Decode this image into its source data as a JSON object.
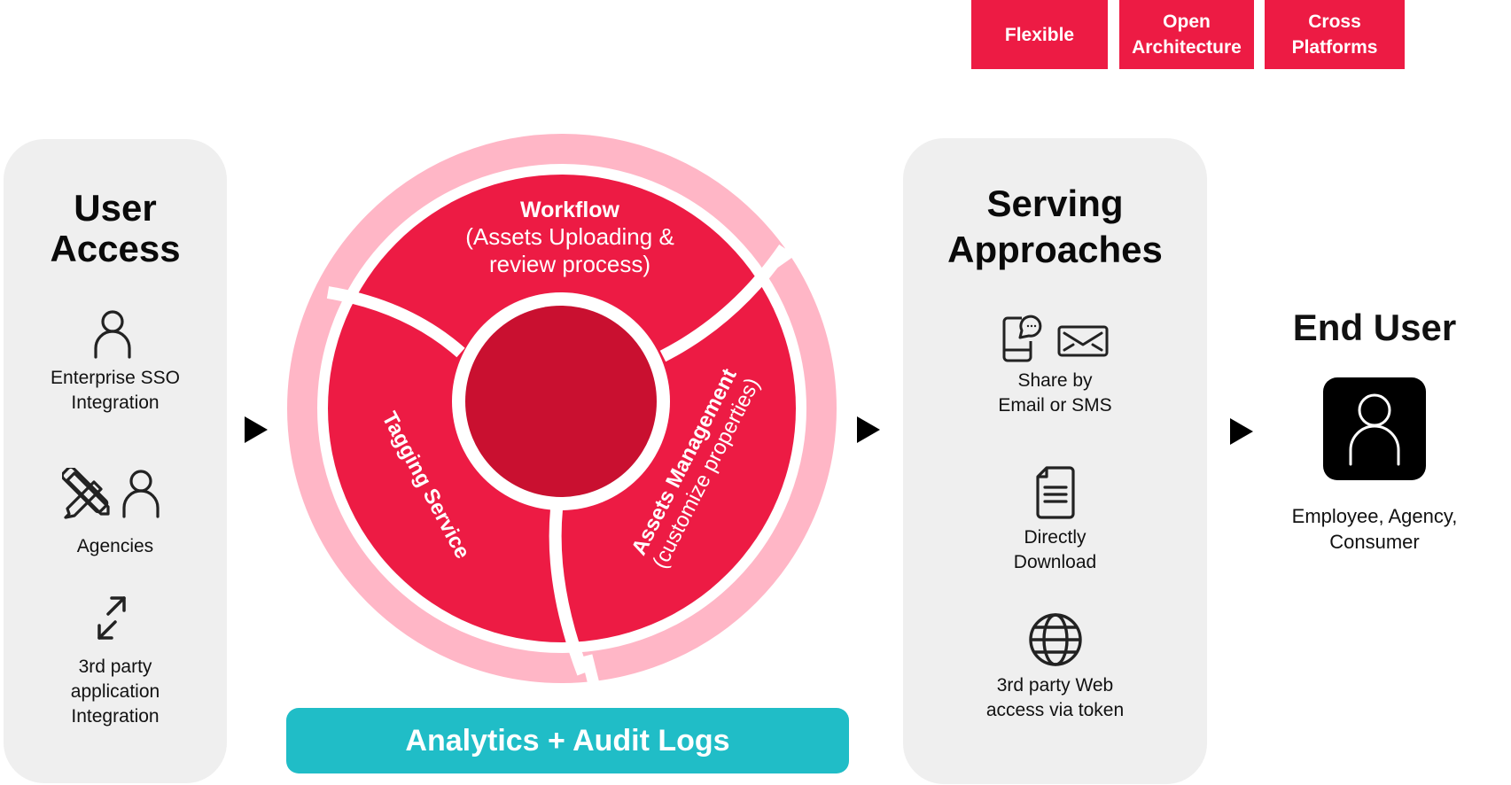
{
  "top_tags": [
    {
      "lines": [
        "Flexible"
      ]
    },
    {
      "lines": [
        "Open",
        "Architecture"
      ]
    },
    {
      "lines": [
        "Cross",
        "Platforms"
      ]
    }
  ],
  "user_access": {
    "title_lines": [
      "User",
      "Access"
    ],
    "items": [
      {
        "icon": "user-icon",
        "lines": [
          "Enterprise SSO",
          "Integration"
        ]
      },
      {
        "icon": "design-tools-user-icon",
        "lines": [
          "Agencies"
        ]
      },
      {
        "icon": "expand-arrows-icon",
        "lines": [
          "3rd party",
          "application",
          "Integration"
        ]
      }
    ]
  },
  "wheel": {
    "segments": [
      {
        "title": "Workflow",
        "subtitle_lines": [
          "(Assets Uploading &",
          "review process)"
        ]
      },
      {
        "title": "Tagging Service"
      },
      {
        "title": "Assets Management",
        "subtitle": "(customize properties)"
      }
    ]
  },
  "analytics": {
    "label": "Analytics + Audit Logs"
  },
  "serving": {
    "title_lines": [
      "Serving",
      "Approaches"
    ],
    "items": [
      {
        "icon": "phone-chat-mail-icon",
        "lines": [
          "Share by",
          "Email or SMS"
        ]
      },
      {
        "icon": "document-icon",
        "lines": [
          "Directly",
          "Download"
        ]
      },
      {
        "icon": "globe-icon",
        "lines": [
          "3rd party Web",
          "access via token"
        ]
      }
    ]
  },
  "end_user": {
    "title": "End User",
    "icon": "user-icon",
    "lines": [
      "Employee, Agency,",
      "Consumer"
    ]
  },
  "colors": {
    "brand_red": "#ED1B44",
    "dark_red": "#C91030",
    "pink": "#FFB6C6",
    "teal": "#20BDC7",
    "panel_gray": "#EFEFEF"
  }
}
